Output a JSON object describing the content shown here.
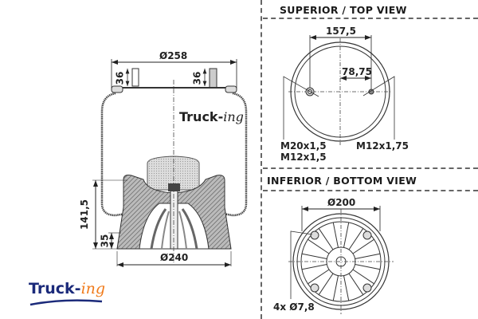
{
  "views": {
    "top_title": "SUPERIOR / TOP VIEW",
    "bottom_title": "INFERIOR / BOTTOM VIEW"
  },
  "side_view": {
    "top_diameter": "Ø258",
    "bottom_diameter": "Ø240",
    "stud_height_left": "36",
    "stud_height_right": "36",
    "overall_height": "141,5",
    "base_height": "35"
  },
  "top_view": {
    "stud_spacing": "157,5",
    "offset": "78,75",
    "left_thread_1": "M20x1,5",
    "left_thread_2": "M12x1,5",
    "right_thread": "M12x1,75"
  },
  "bottom_view": {
    "diameter": "Ø200",
    "holes": "4x Ø7,8"
  },
  "brand": {
    "logo_main": "Truck-",
    "logo_suffix": "ing",
    "colors": {
      "primary": "#1b2a7a",
      "accent": "#f07a1a"
    }
  }
}
